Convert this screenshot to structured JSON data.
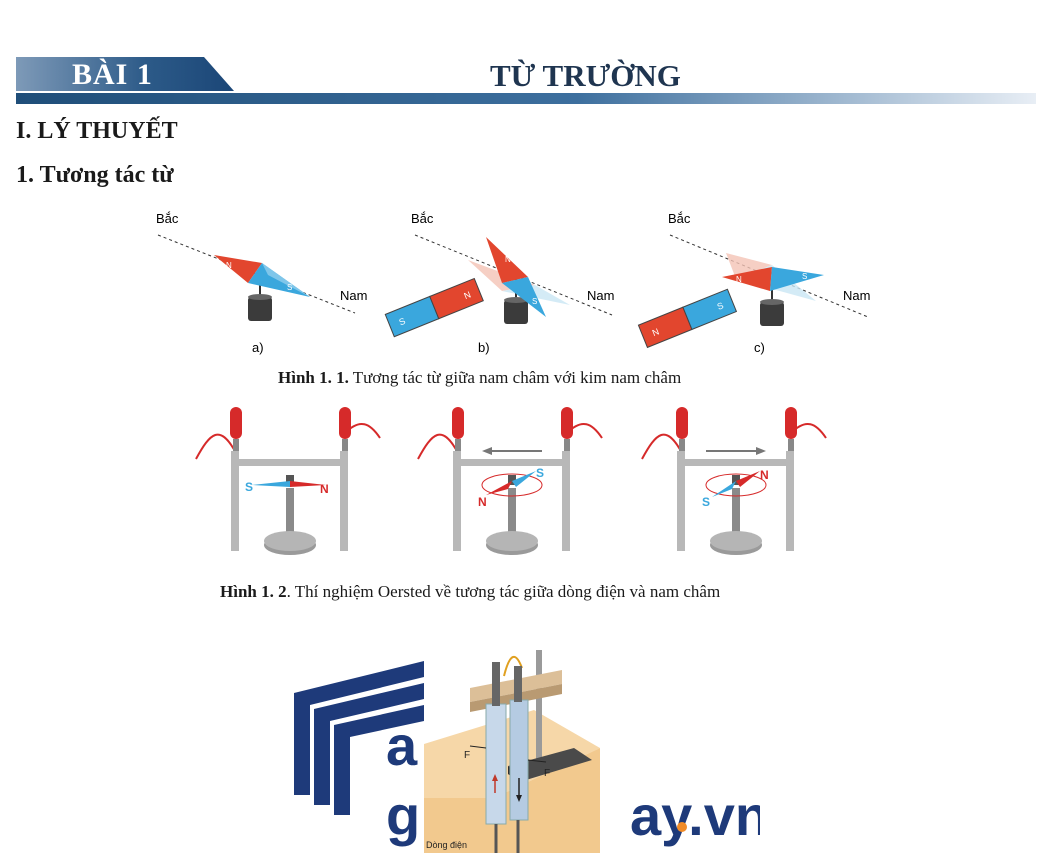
{
  "header": {
    "lesson_tag": "BÀI 1",
    "title": "TỪ TRƯỜNG"
  },
  "section": {
    "heading": "I. LÝ THUYẾT",
    "subheading": "1. Tương tác từ"
  },
  "figure1": {
    "panels": [
      {
        "label_north": "Bắc",
        "label_south": "Nam",
        "sub": "a)"
      },
      {
        "label_north": "Bắc",
        "label_south": "Nam",
        "sub": "b)"
      },
      {
        "label_north": "Bắc",
        "label_south": "Nam",
        "sub": "c)"
      }
    ],
    "pole_n": "N",
    "pole_s": "S",
    "caption_bold": "Hình 1. 1.",
    "caption_text": " Tương tác từ giữa nam châm với kim nam châm"
  },
  "figure2": {
    "poles": {
      "n": "N",
      "s": "S"
    },
    "caption_bold": "Hình 1. 2",
    "caption_text": ". Thí nghiệm Oersted về tương tác giữa dòng điện và nam châm"
  },
  "figure3": {
    "force_label": "F",
    "current_label": "Dòng điện"
  },
  "watermark": {
    "text_a": "a",
    "text_g": "g",
    "text_domain": "ay.vn",
    "dot": "."
  },
  "colors": {
    "header_dark": "#1f4e79",
    "red": "#e2462e",
    "blue": "#3aa7dd",
    "wire_red": "#d62a2a"
  }
}
